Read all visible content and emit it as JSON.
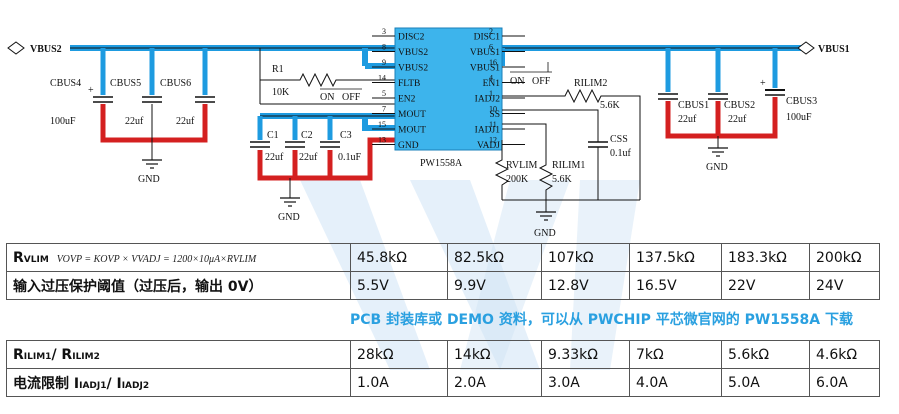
{
  "schematic": {
    "chip_name": "PW1558A",
    "left_pins": [
      {
        "num": "3",
        "name": "DISC2"
      },
      {
        "num": "8",
        "name": "VBUS2"
      },
      {
        "num": "9",
        "name": "VBUS2"
      },
      {
        "num": "14",
        "name": "FLTB"
      },
      {
        "num": "5",
        "name": "EN2"
      },
      {
        "num": "7",
        "name": "MOUT"
      },
      {
        "num": "15",
        "name": "MOUT"
      },
      {
        "num": "13",
        "name": "GND"
      }
    ],
    "right_pins": [
      {
        "num": "2",
        "name": "DISC1"
      },
      {
        "num": "6",
        "name": "VBUS1"
      },
      {
        "num": "16",
        "name": "VBUS1"
      },
      {
        "num": "4",
        "name": "EN1"
      },
      {
        "num": "1",
        "name": "IADJ2"
      },
      {
        "num": "10",
        "name": "SS"
      },
      {
        "num": "11",
        "name": "IADJ1"
      },
      {
        "num": "12",
        "name": "VADJ"
      }
    ],
    "vbus2": "VBUS2",
    "vbus1": "VBUS1",
    "cbus4": "CBUS4",
    "cbus4_val": "100uF",
    "cbus5": "CBUS5",
    "cbus5_val": "22uf",
    "cbus6": "CBUS6",
    "cbus6_val": "22uf",
    "r1": "R1",
    "r1_val": "10K",
    "on_off_left": "ON",
    "off_left": "OFF",
    "on_off_right": "ON",
    "off_right": "OFF",
    "c1": "C1",
    "c1_val": "22uf",
    "c2": "C2",
    "c2_val": "22uf",
    "c3": "C3",
    "c3_val": "0.1uF",
    "rilim2": "RILIM2",
    "rilim2_val": "5.6K",
    "css": "CSS",
    "css_val": "0.1uf",
    "rvlim": "RVLIM",
    "rvlim_val": "200K",
    "rilim1": "RILIM1",
    "rilim1_val": "5.6K",
    "cbus1": "CBUS1",
    "cbus1_val": "22uf",
    "cbus2": "CBUS2",
    "cbus2_val": "22uf",
    "cbus3": "CBUS3",
    "cbus3_val": "100uF",
    "gnd": "GND",
    "plus": "+",
    "colors": {
      "bus": "#1e9be0",
      "gnd_loop": "#d42020",
      "chip": "#3db4ec",
      "wire": "#111111"
    }
  },
  "table1": {
    "row1_label_main": "R",
    "row1_label_sub": "VLIM",
    "row1_formula": "VOVP = KOVP × VVADJ = 1200×10μA×RVLIM",
    "row1_values": [
      "45.8kΩ",
      "82.5kΩ",
      "107kΩ",
      "137.5kΩ",
      "183.3kΩ",
      "200kΩ"
    ],
    "row2_label": "输入过压保护阈值（过压后，输出 0V）",
    "row2_values": [
      "5.5V",
      "9.9V",
      "12.8V",
      "16.5V",
      "22V",
      "24V"
    ]
  },
  "note": "PCB 封装库或 DEMO 资料，可以从 PWCHIP 平芯微官网的 PW1558A 下载",
  "table2": {
    "row1_label_a": "R",
    "row1_label_a_sub": "ILIM1",
    "row1_label_mid": "/ R",
    "row1_label_b_sub": "ILIM2",
    "row1_values": [
      "28kΩ",
      "14kΩ",
      "9.33kΩ",
      "7kΩ",
      "5.6kΩ",
      "4.6kΩ"
    ],
    "row2_label_main": "电流限制 I",
    "row2_label_sub1": "IADJ1",
    "row2_label_mid": "/ I",
    "row2_label_sub2": "IADJ2",
    "row2_values": [
      "1.0A",
      "2.0A",
      "3.0A",
      "4.0A",
      "5.0A",
      "6.0A"
    ]
  }
}
